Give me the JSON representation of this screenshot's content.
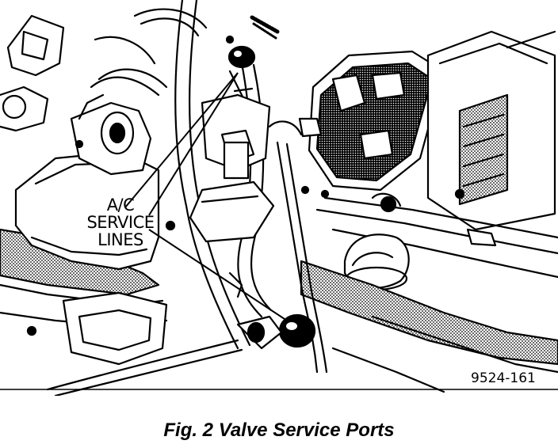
{
  "figure": {
    "callout_label_lines": [
      "A/C",
      "SERVICE",
      "LINES"
    ],
    "figure_number": "9524-161",
    "caption": "Fig. 2 Valve Service Ports"
  }
}
